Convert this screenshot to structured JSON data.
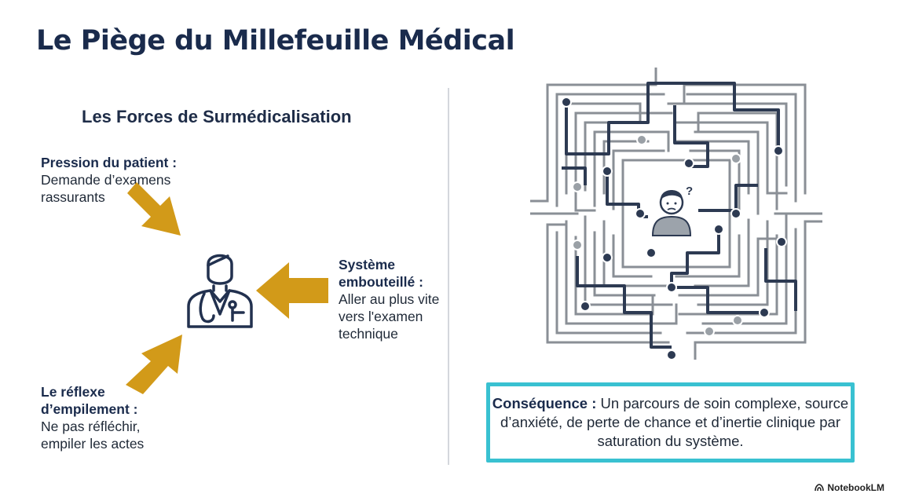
{
  "title": "Le Piège du Millefeuille Médical",
  "left_panel": {
    "subtitle": "Les Forces de Surmédicalisation",
    "forces": [
      {
        "label": "Pression du patient :",
        "description": "Demande d’examens rassurants"
      },
      {
        "label": "Système embouteillé :",
        "description": "Aller au plus vite vers l'examen technique"
      },
      {
        "label": "Le réflexe d’empilement :",
        "description": "Ne pas réfléchir, empiler les actes"
      }
    ]
  },
  "right_panel": {
    "maze_badge": "?",
    "consequence": {
      "label": "Conséquence :",
      "text": "Un parcours de soin complexe, source d’anxiété, de perte de chance et d’inertie clinique par saturation du système."
    }
  },
  "branding": {
    "name": "NotebookLM"
  },
  "colors": {
    "title": "#1a2b4c",
    "arrow": "#d29a19",
    "consequence_border": "#39c1d1",
    "maze_line": "#8a8f96",
    "maze_dark_line": "#2d3a52"
  },
  "icons": [
    "doctor-icon",
    "maze-illustration",
    "confused-person-icon",
    "notebooklm-logo-icon"
  ]
}
